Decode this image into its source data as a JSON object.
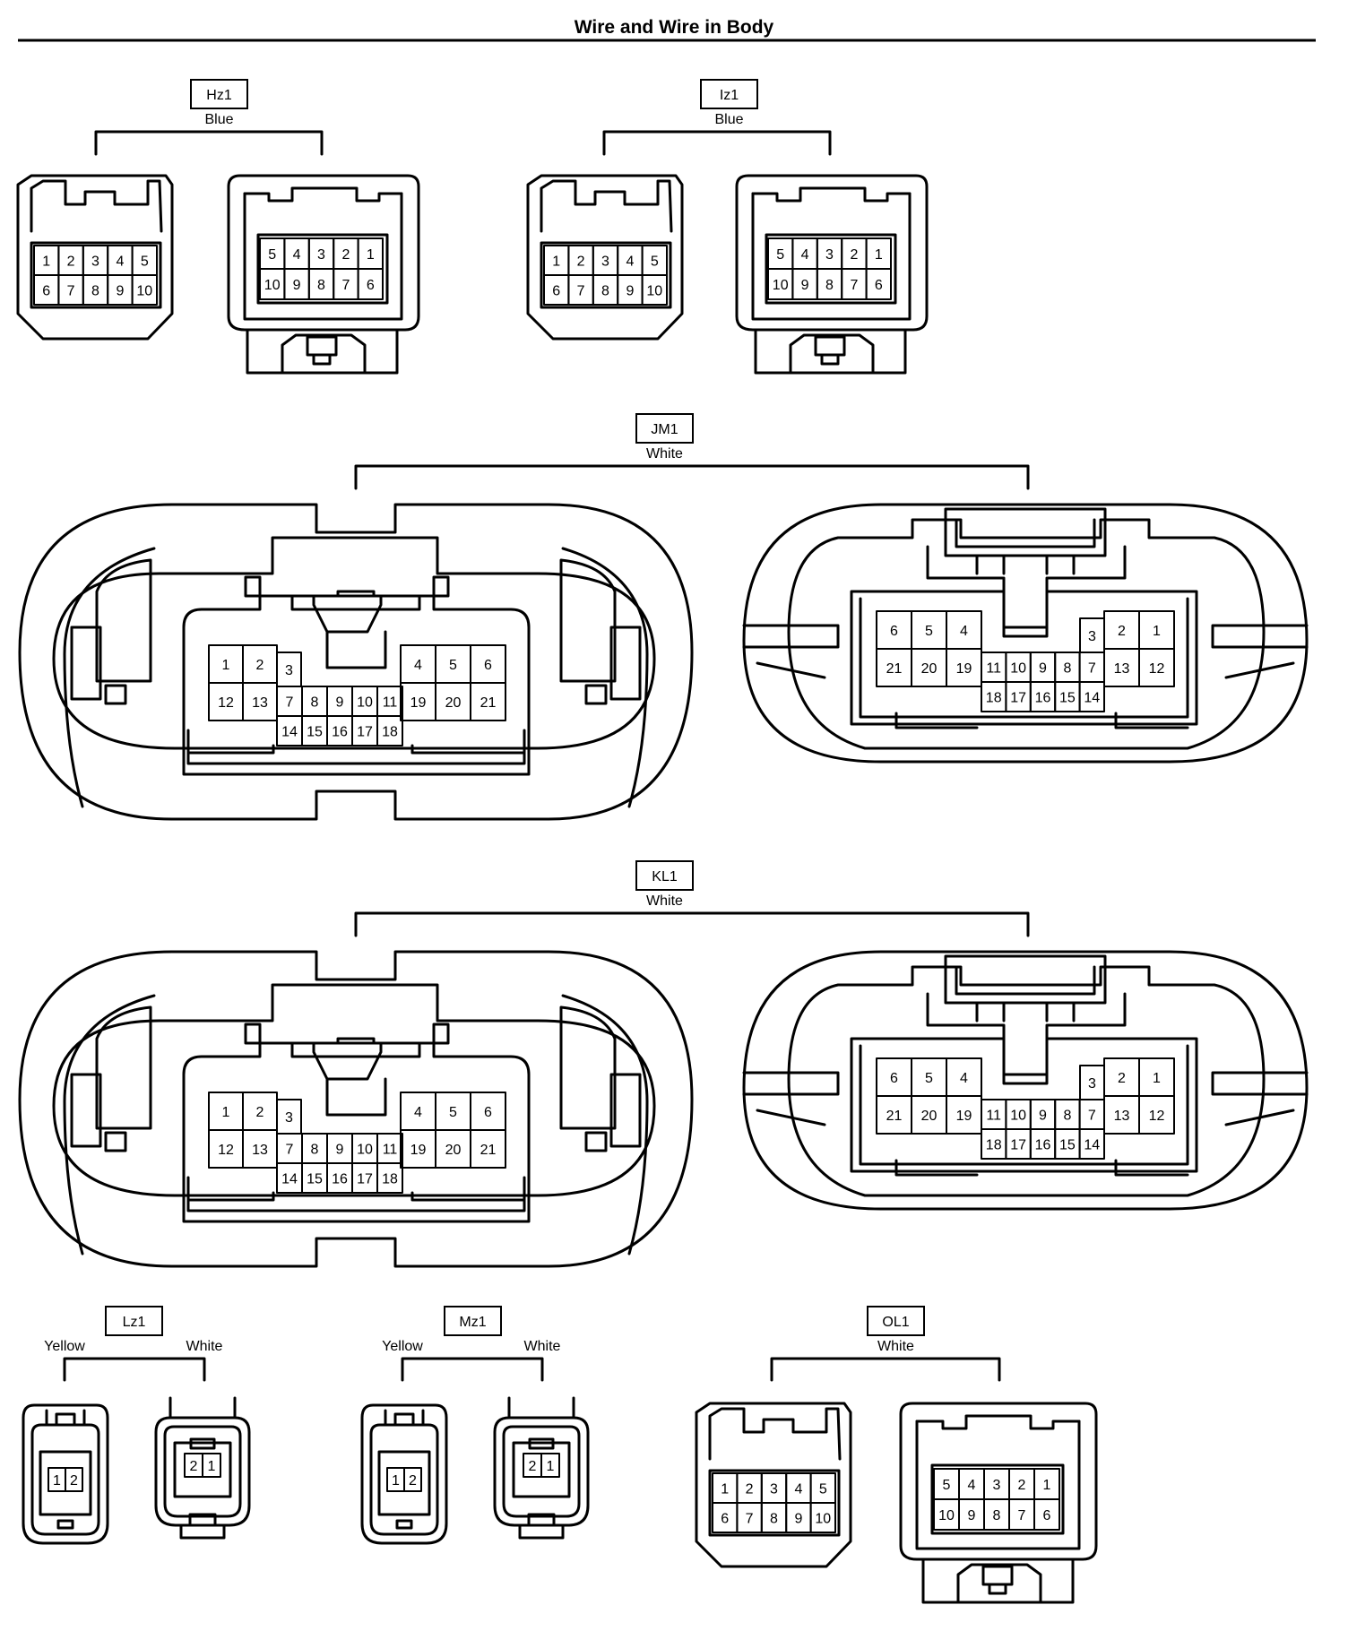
{
  "title": "Wire and Wire in Body",
  "connectors": {
    "hz1": {
      "code": "Hz1",
      "color": "Blue",
      "left_top": [
        "1",
        "2",
        "3",
        "4",
        "5"
      ],
      "left_bottom": [
        "6",
        "7",
        "8",
        "9",
        "10"
      ],
      "right_top": [
        "5",
        "4",
        "3",
        "2",
        "1"
      ],
      "right_bottom": [
        "10",
        "9",
        "8",
        "7",
        "6"
      ]
    },
    "iz1": {
      "code": "Iz1",
      "color": "Blue",
      "left_top": [
        "1",
        "2",
        "3",
        "4",
        "5"
      ],
      "left_bottom": [
        "6",
        "7",
        "8",
        "9",
        "10"
      ],
      "right_top": [
        "5",
        "4",
        "3",
        "2",
        "1"
      ],
      "right_bottom": [
        "10",
        "9",
        "8",
        "7",
        "6"
      ]
    },
    "jm1": {
      "code": "JM1",
      "color": "White",
      "left": {
        "top_left": [
          "1",
          "2"
        ],
        "p3": "3",
        "top_right": [
          "4",
          "5",
          "6"
        ],
        "mid_left": [
          "12",
          "13"
        ],
        "mid_center": [
          "7",
          "8",
          "9",
          "10",
          "11"
        ],
        "mid_right": [
          "19",
          "20",
          "21"
        ],
        "bottom_center": [
          "14",
          "15",
          "16",
          "17",
          "18"
        ]
      },
      "right": {
        "top_left": [
          "6",
          "5",
          "4"
        ],
        "p3": "3",
        "top_right": [
          "2",
          "1"
        ],
        "mid_left": [
          "21",
          "20",
          "19"
        ],
        "mid_center": [
          "11",
          "10",
          "9",
          "8",
          "7"
        ],
        "mid_right": [
          "13",
          "12"
        ],
        "bottom_center": [
          "18",
          "17",
          "16",
          "15",
          "14"
        ]
      }
    },
    "kl1": {
      "code": "KL1",
      "color": "White",
      "left": {
        "top_left": [
          "1",
          "2"
        ],
        "p3": "3",
        "top_right": [
          "4",
          "5",
          "6"
        ],
        "mid_left": [
          "12",
          "13"
        ],
        "mid_center": [
          "7",
          "8",
          "9",
          "10",
          "11"
        ],
        "mid_right": [
          "19",
          "20",
          "21"
        ],
        "bottom_center": [
          "14",
          "15",
          "16",
          "17",
          "18"
        ]
      },
      "right": {
        "top_left": [
          "6",
          "5",
          "4"
        ],
        "p3": "3",
        "top_right": [
          "2",
          "1"
        ],
        "mid_left": [
          "21",
          "20",
          "19"
        ],
        "mid_center": [
          "11",
          "10",
          "9",
          "8",
          "7"
        ],
        "mid_right": [
          "13",
          "12"
        ],
        "bottom_center": [
          "18",
          "17",
          "16",
          "15",
          "14"
        ]
      }
    },
    "lz1": {
      "code": "Lz1",
      "left_color": "Yellow",
      "right_color": "White",
      "left_pins": [
        "1",
        "2"
      ],
      "right_pins": [
        "2",
        "1"
      ]
    },
    "mz1": {
      "code": "Mz1",
      "left_color": "Yellow",
      "right_color": "White",
      "left_pins": [
        "1",
        "2"
      ],
      "right_pins": [
        "2",
        "1"
      ]
    },
    "ol1": {
      "code": "OL1",
      "color": "White",
      "left_top": [
        "1",
        "2",
        "3",
        "4",
        "5"
      ],
      "left_bottom": [
        "6",
        "7",
        "8",
        "9",
        "10"
      ],
      "right_top": [
        "5",
        "4",
        "3",
        "2",
        "1"
      ],
      "right_bottom": [
        "10",
        "9",
        "8",
        "7",
        "6"
      ]
    }
  }
}
